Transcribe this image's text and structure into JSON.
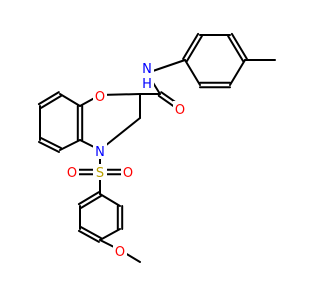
{
  "colors": {
    "background": "#ffffff",
    "bond": "#000000",
    "carbon": "#000000",
    "oxygen": "#ff0000",
    "nitrogen": "#0000ff",
    "sulfur": "#b8a000"
  },
  "atoms": [
    {
      "id": "nh",
      "label": "N",
      "sub": "H",
      "element": "nitrogen"
    },
    {
      "id": "o_amide",
      "label": "O",
      "element": "oxygen"
    },
    {
      "id": "o_ring",
      "label": "O",
      "element": "oxygen"
    },
    {
      "id": "n_ring",
      "label": "N",
      "element": "nitrogen"
    },
    {
      "id": "s",
      "label": "S",
      "element": "sulfur"
    },
    {
      "id": "o_s1",
      "label": "O",
      "element": "oxygen"
    },
    {
      "id": "o_s2",
      "label": "O",
      "element": "oxygen"
    },
    {
      "id": "o_me",
      "label": "O",
      "element": "oxygen"
    }
  ]
}
